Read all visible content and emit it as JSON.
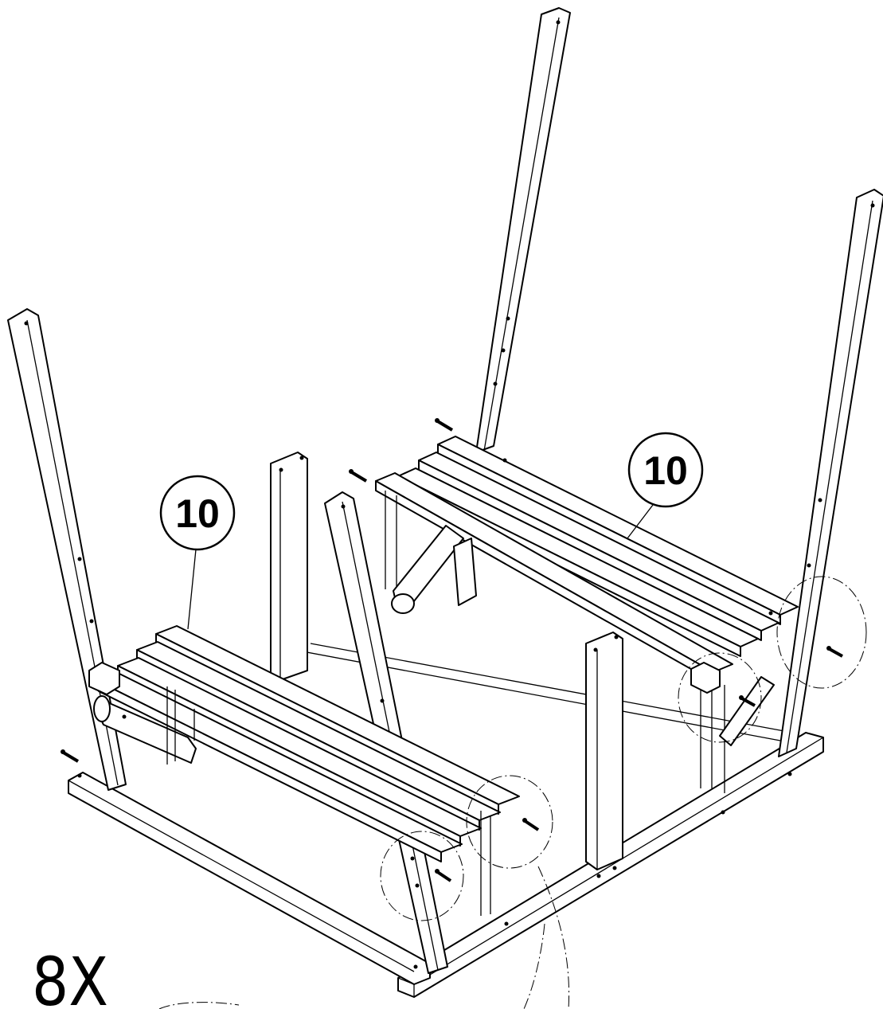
{
  "callouts": [
    {
      "part": "10"
    },
    {
      "part": "10"
    }
  ],
  "quantity_label": "8X",
  "icons": {
    "screw": "screw-icon"
  }
}
